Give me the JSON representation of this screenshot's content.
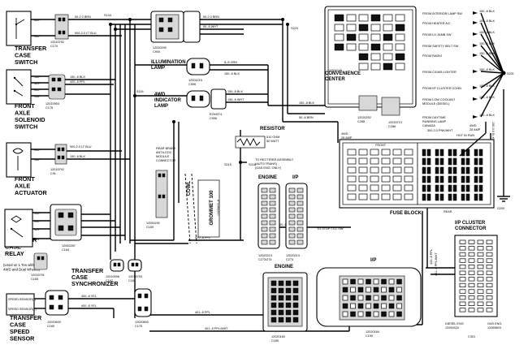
{
  "components": {
    "transfer_case_switch": "TRANSFER\nCASE\nSWITCH",
    "front_axle_solenoid_switch": "FRONT\nAXLE\nSOLENOID\nSWITCH",
    "front_axle_actuator": "FRONT\nAXLE\nACTUATOR",
    "transfer_case_relay": "TRANSFER\nCASE\nRELAY",
    "relay_note": "(Used on 1 Ton with\n4WD and Dual Wheels)",
    "transfer_case_synchronizer": "TRANSFER\nCASE\nSYNCHRONIZER",
    "transfer_case_speed_sensor": "TRANSFER\nCASE\nSPEED\nSENSOR",
    "illumination_lamp": "ILLUMINATION\nLAMP",
    "indicator_lamp_4wd": "4WD\nINDICATOR\nLAMP",
    "convenience_center": "CONVENIENCE\nCENTER",
    "fuse_block": "FUSE BLOCK",
    "resistor": "RESISTOR",
    "resistor_spec": "510 OHM\n50 WATT",
    "rear_brake_module": "REAR BRAKE\nANTILOCK\nMODULE\nCONNECTOR",
    "grommet": "GROMMET 100",
    "grommet_num": "12033831-8",
    "cowl": "COWL",
    "engine": "ENGINE",
    "ip": "I/P",
    "ip_cluster_connector": "I/P CLUSTER\nCONNECTOR",
    "front": "FRONT",
    "rear": "REAR",
    "fuse_4wd_left": "4WD\n25 AMP",
    "fuse_4wd_right": "4WD\n25 AMP",
    "hot_in_run": "HOT IN RUN",
    "ground": "G200",
    "to_rectifier": "TO RECTIFIER ASSEMBLY\n(AUTO TRANS)\n(GAS ENG. ONLY)",
    "to_stop_tcc": "TO STOP TCC SW",
    "diesel_eng": "DIESEL ENG\n12052416",
    "gas_eng": "GAS ENG.\n12065803",
    "c301": "C301"
  },
  "connectors": {
    "c170": "12015792\nC170",
    "c175": "12010953\nC175",
    "c_yn": "12015792\nC/N",
    "relay_conn": "12052287\nC164",
    "c165": "12015791\nC165",
    "c160": "12020600\nC160",
    "c162": "12010996\nC162",
    "c161": "12015793\nC161",
    "c175b": "12020600\nC175",
    "c169": "12051196\nC169",
    "c900": "12020290\nC900",
    "c_illum": "12004215\nC506",
    "c_4wd": "E294374\nC906",
    "c285": "12020252\nC285",
    "c286": "12033713\nC286",
    "c273": "12020213\nC273/274",
    "c273b": "12020214\nC273",
    "c180": "12020183\nC180",
    "c190": "12020184\nC190",
    "s134": "S134",
    "s116": "S116",
    "s224": "S224",
    "s215": "S215",
    "s216": "S216",
    "s201": "S201",
    "s256": "12004245"
  },
  "wires": {
    "w_brn": "50-2.0 BRN",
    "w_ltblu": "900-2.0 LT BLU",
    "w_blk150": "150-.8 BLK",
    "w_brn50": "50-.8 BRN",
    "w_ppl420": "420-.8 PPL",
    "w_wht": "50-.8 WHT",
    "w_ltblu900": "900-2.0 LT BLU",
    "w_blk150b": "150-.8 BLK",
    "w_orn": "8-.8 GRN",
    "w_blk_a": "150-.8 BLK",
    "w_blk_b": "156-.8 WHT",
    "w_ppl_c": "420-.8 PPL",
    "w_brn_d": "50-2.0 BRN",
    "w_blk_e": "150-.8 BLK",
    "w_blk_f": "150-.8 BLK",
    "w_ppl_g": "420-.8 PPL",
    "w_ppl_h": "401-.8 PPL/WHT",
    "w_yel": "400-.8 YEL",
    "w_ppl_i": "401-.8 PPL",
    "w_ylw_j": "400-.8 YEL",
    "w_wht_k": "401-.8 PPL/WHT",
    "w_pnk_wht": "300-2.0 PNK/WHT",
    "w_blk_l": "150-.8 BLK",
    "w_ppl_m": "420-.8 PPL",
    "w_blk_r": "150-3.0 BLK"
  },
  "ground_feeds": [
    "FROM INTERIOR LAMP SW",
    "FROM HEATER A/C",
    "FROM LH JAMB SW",
    "FROM SAFETY BELT SW",
    "FROM RADIO",
    "FROM CIGAR LIGHTER",
    "FROM I/P CLUSTER CONN",
    "FROM LOW COOLANT\nMODULE (DIESEL)",
    "FROM DAYTIME\nRUNNING LAMP\nCANADA"
  ],
  "feed_wires": [
    "150-.8 BLK",
    "150-.8 BLK",
    "150-.8 BLK",
    "150-.8 BLK",
    "150-.8 BLK",
    "150-.8 BLK",
    "150-.8 BLK",
    "150-.8 BLK",
    "150-.8 BLK"
  ]
}
